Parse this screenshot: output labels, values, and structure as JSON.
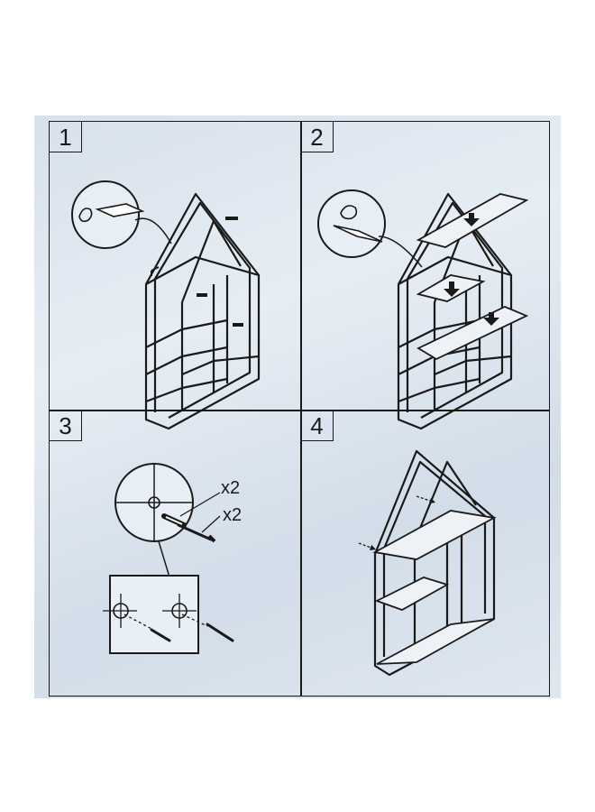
{
  "steps": [
    {
      "number": "1"
    },
    {
      "number": "2"
    },
    {
      "number": "3"
    },
    {
      "number": "4"
    }
  ],
  "step3": {
    "qty_dowel": "x2",
    "qty_screw": "x2"
  },
  "icons": [
    "hand-detail-icon",
    "shelf-frame",
    "down-arrow-icon",
    "dowel-icon",
    "screw-icon",
    "wall-plate-icon"
  ]
}
